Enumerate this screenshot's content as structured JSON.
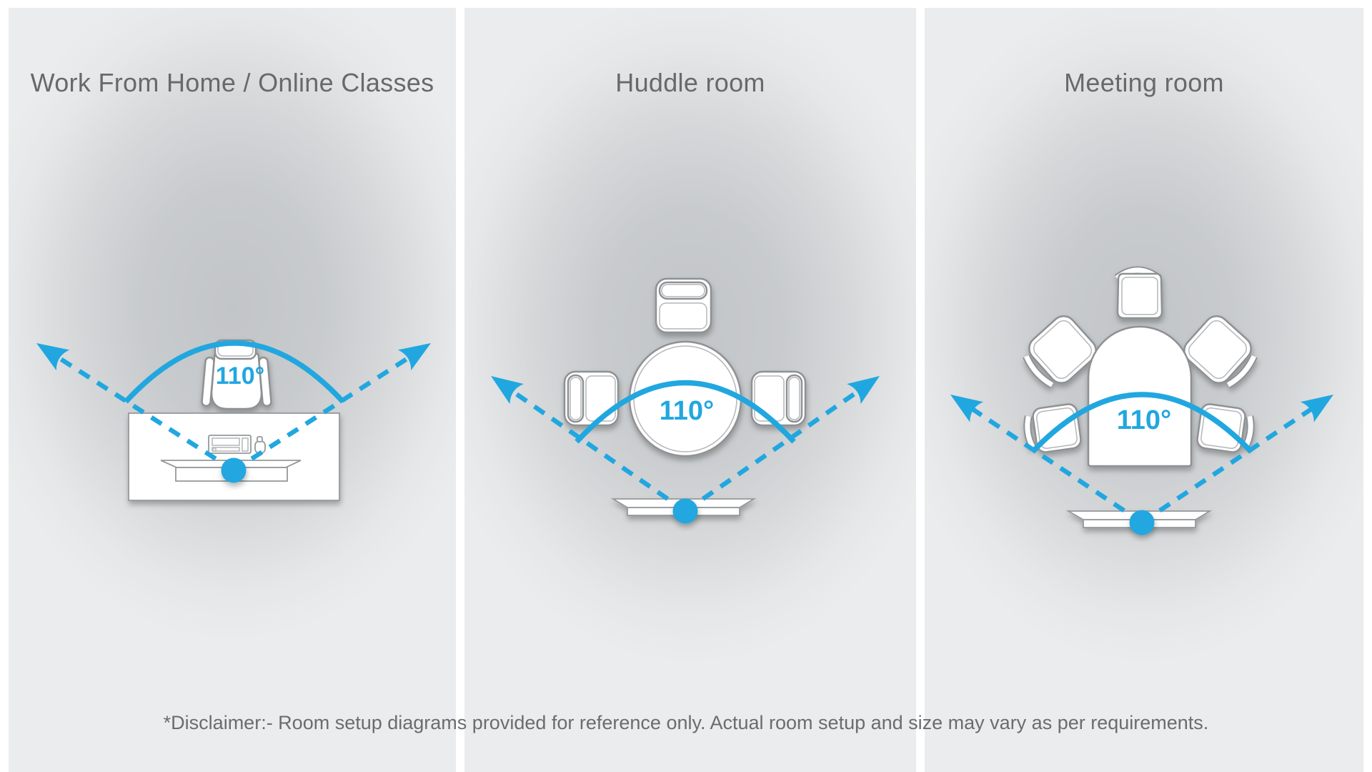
{
  "colors": {
    "accent": "#21a7e0",
    "title": "#67696b",
    "outline": "#8e9193"
  },
  "panels": [
    {
      "title": "Work From Home / Online Classes",
      "fov_label": "110°"
    },
    {
      "title": "Huddle room",
      "fov_label": "110°"
    },
    {
      "title": "Meeting room",
      "fov_label": "110°"
    }
  ],
  "disclaimer": "*Disclaimer:- Room setup diagrams provided for reference only. Actual room setup and size may vary as per requirements."
}
